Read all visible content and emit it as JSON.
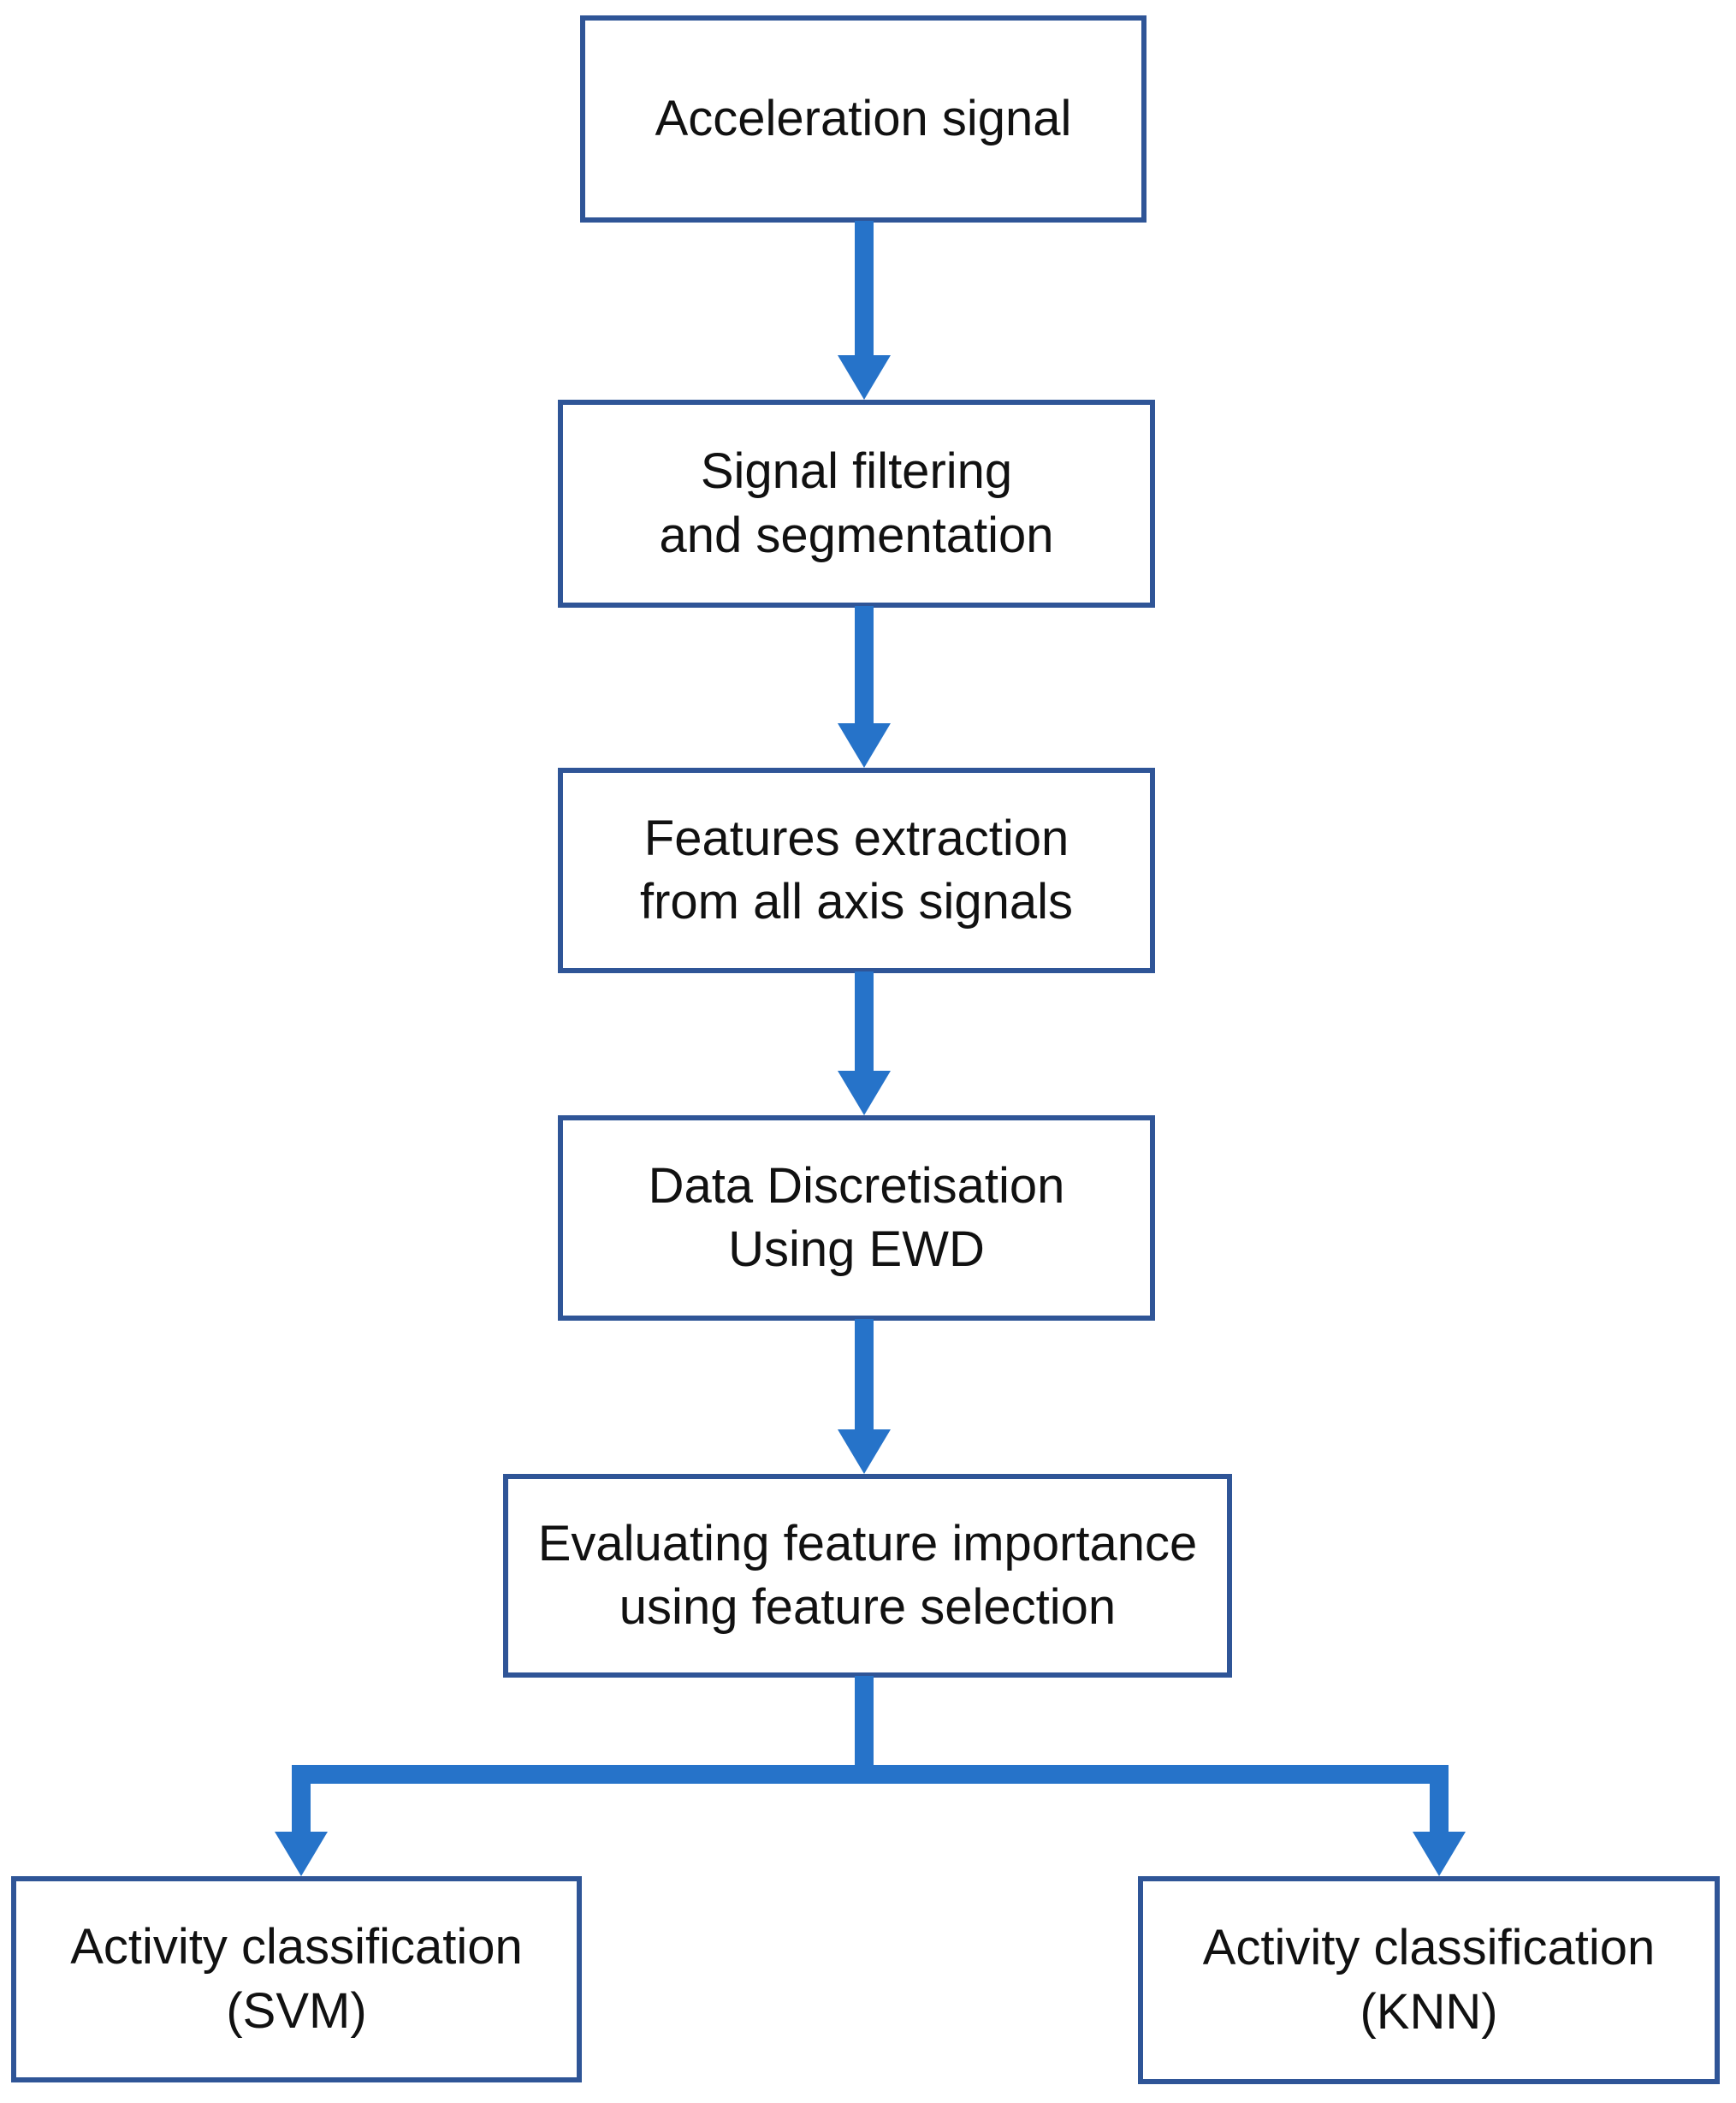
{
  "figure": {
    "type": "flowchart",
    "description": "Activity recognition processing pipeline flow diagram"
  },
  "colors": {
    "page-bg": "#ffffff",
    "box-fill": "#ffffff",
    "box-border": "#2f5597",
    "arrow": "#2673c9",
    "text": "#111111"
  },
  "nodes": [
    {
      "id": "acceleration-signal",
      "label": "Acceleration signal"
    },
    {
      "id": "signal-filtering-segmentation",
      "label": "Signal filtering\nand segmentation"
    },
    {
      "id": "features-extraction",
      "label": "Features extraction\nfrom all axis signals"
    },
    {
      "id": "data-discretisation-ewd",
      "label": "Data Discretisation\nUsing EWD"
    },
    {
      "id": "feature-importance-selection",
      "label": "Evaluating feature importance\nusing feature selection"
    },
    {
      "id": "activity-classification-svm",
      "label": "Activity classification\n(SVM)"
    },
    {
      "id": "activity-classification-knn",
      "label": "Activity classification\n(KNN)"
    }
  ],
  "edges": [
    {
      "from": "acceleration-signal",
      "to": "signal-filtering-segmentation"
    },
    {
      "from": "signal-filtering-segmentation",
      "to": "features-extraction"
    },
    {
      "from": "features-extraction",
      "to": "data-discretisation-ewd"
    },
    {
      "from": "data-discretisation-ewd",
      "to": "feature-importance-selection"
    },
    {
      "from": "feature-importance-selection",
      "to": "activity-classification-svm"
    },
    {
      "from": "feature-importance-selection",
      "to": "activity-classification-knn"
    }
  ]
}
